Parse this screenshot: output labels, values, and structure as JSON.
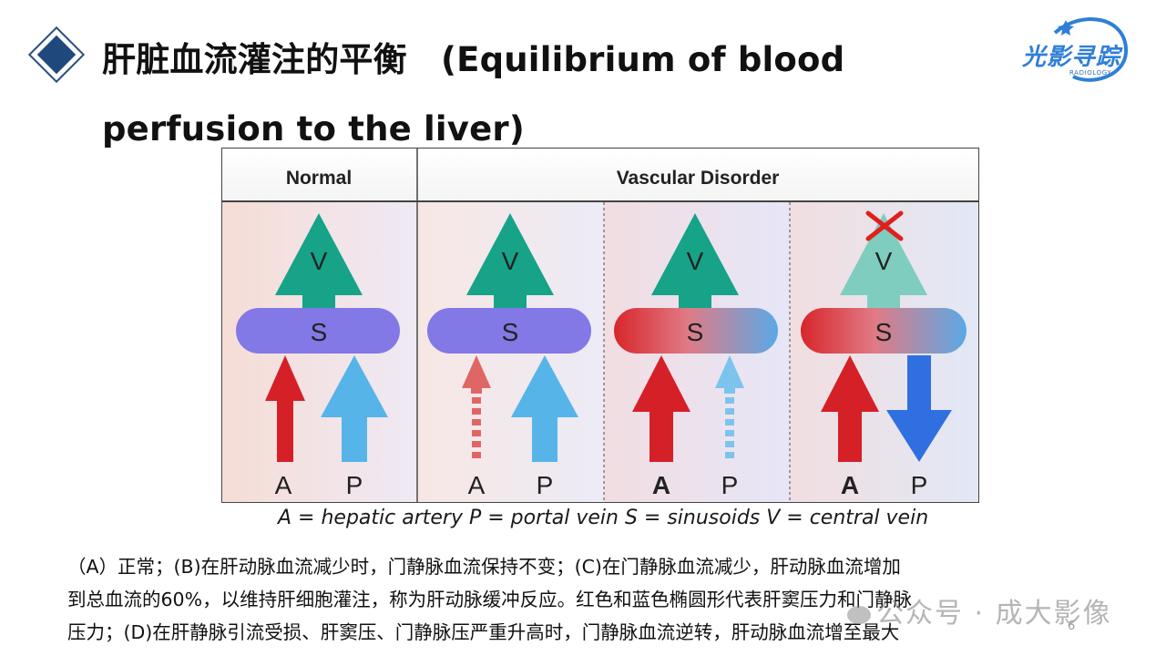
{
  "slide": {
    "title": "肝脏血流灌注的平衡　(Equilibrium of blood perfusion to the liver)",
    "logo_text": "光影寻踪",
    "logo_subtext": "RADIOLOGY",
    "page_number": "6",
    "watermark": "公众号 · 成大影像"
  },
  "figure": {
    "header_normal": "Normal",
    "header_disorder": "Vascular Disorder",
    "label_v": "V",
    "label_s": "S",
    "label_a": "A",
    "label_p": "P",
    "colors": {
      "artery_red": "#d62027",
      "portal_blue": "#56b4e9",
      "reverse_blue": "#2f6fe0",
      "vein_green": "#16a388",
      "vein_faded": "#7ecdbf",
      "sinusoid_purple": "#8278e6",
      "cross_red": "#e0201b"
    },
    "icons": [
      "cross-mark-icon"
    ]
  },
  "caption": "A = hepatic artery P = portal vein S = sinusoids V = central vein",
  "description": {
    "line1": "（A）正常；(B)在肝动脉血流减少时，门静脉血流保持不变；(C)在门静脉血流减少，肝动脉血流增加",
    "line2": "到总血流的60%，以维持肝细胞灌注，称为肝动脉缓冲反应。红色和蓝色椭圆形代表肝窦压力和门静脉",
    "line3": "压力；(D)在肝静脉引流受损、肝窦压、门静脉压严重升高时，门静脉血流逆转，肝动脉血流增至最大"
  }
}
